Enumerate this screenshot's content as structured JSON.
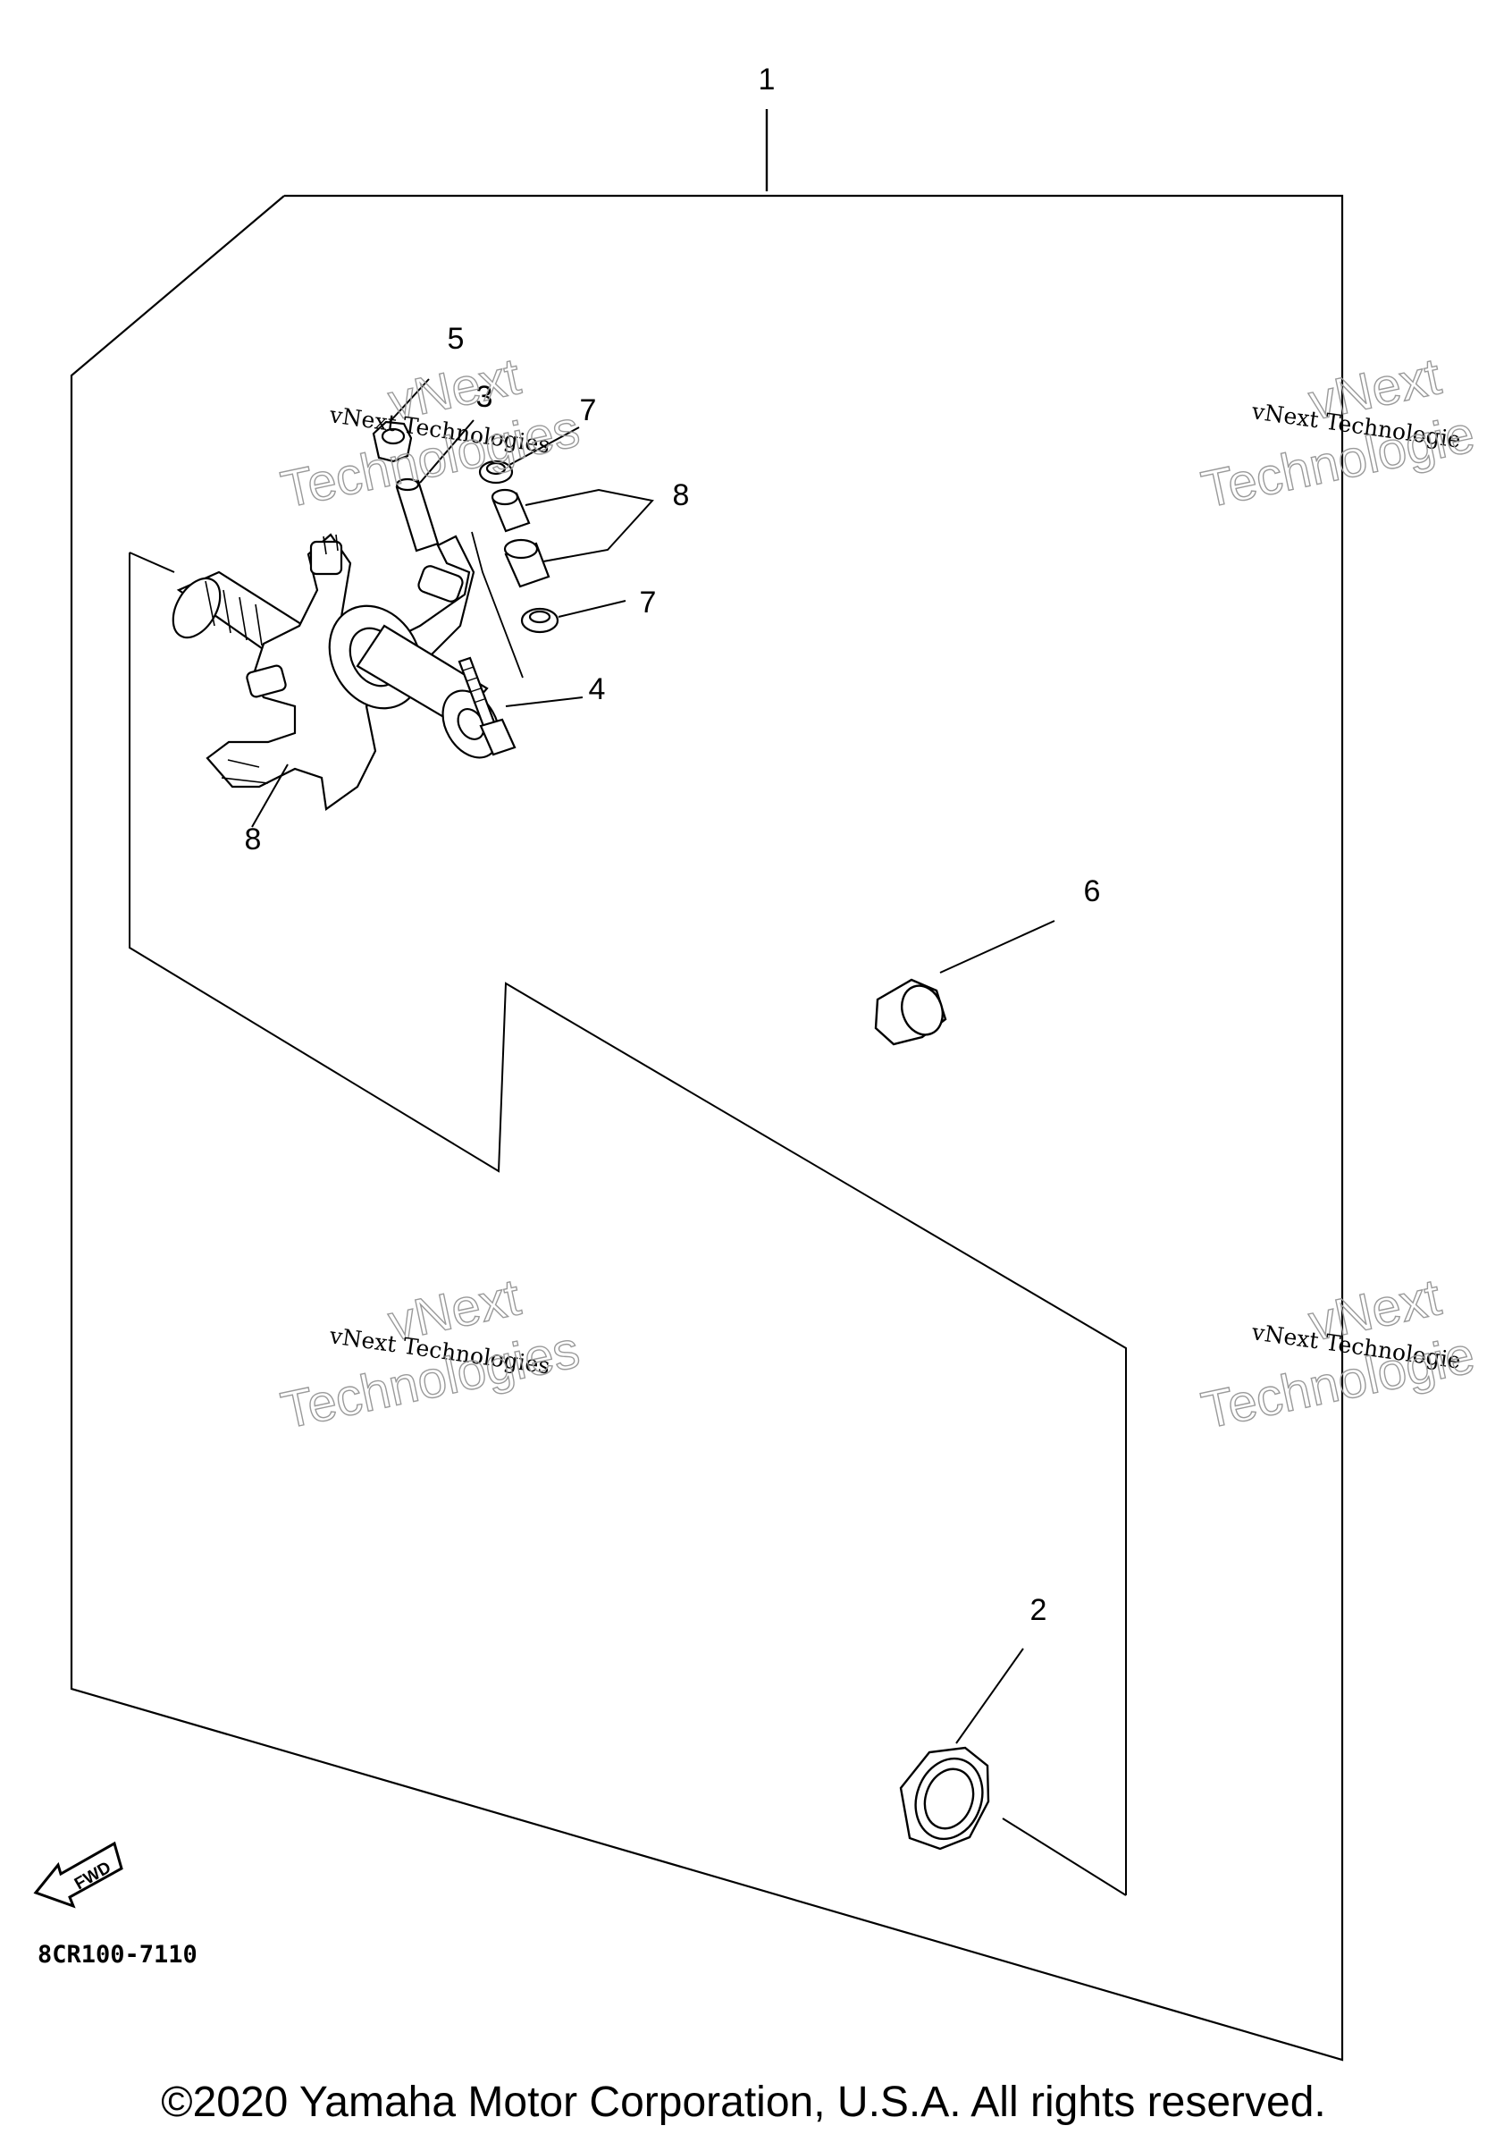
{
  "diagram": {
    "callouts": {
      "c1": "1",
      "c2": "2",
      "c3": "3",
      "c4": "4",
      "c5": "5",
      "c6": "6",
      "c7a": "7",
      "c7b": "7",
      "c8a": "8",
      "c8b": "8"
    },
    "part_code": "8CR100-7110",
    "fwd_label": "FWD",
    "watermark": {
      "line1": "vNext",
      "line2": "Technologies",
      "small": "vNext Technologies",
      "small_cut": "vNext Technologie",
      "big_cut": "Technologie"
    }
  },
  "footer": {
    "copyright": "©2020 Yamaha Motor Corporation, U.S.A. All rights reserved."
  }
}
